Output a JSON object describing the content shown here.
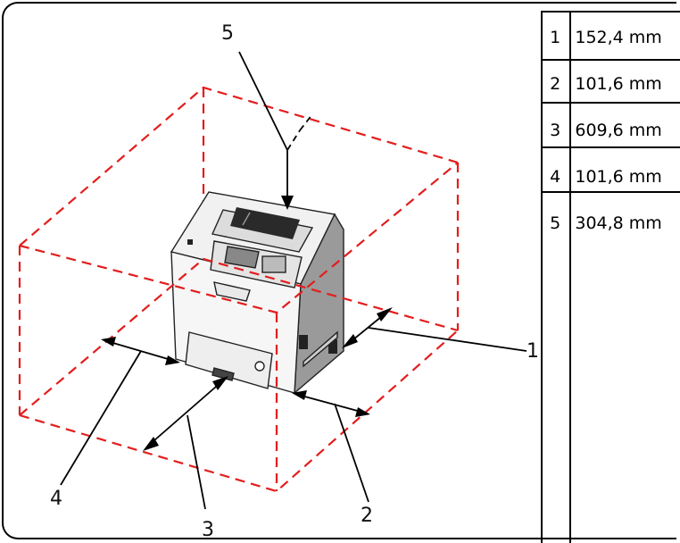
{
  "callouts": {
    "c1": "1",
    "c2": "2",
    "c3": "3",
    "c4": "4",
    "c5": "5"
  },
  "legend": [
    {
      "number": "1",
      "value": "152,4 mm"
    },
    {
      "number": "2",
      "value": "101,6 mm"
    },
    {
      "number": "3",
      "value": "609,6 mm"
    },
    {
      "number": "4",
      "value": "101,6 mm"
    },
    {
      "number": "5",
      "value": "304,8 mm"
    }
  ],
  "colors": {
    "clearance_box": "#e31d1d",
    "outline": "#000000",
    "printer_body": "#f3f3f3",
    "printer_side": "#9a9a9a"
  }
}
